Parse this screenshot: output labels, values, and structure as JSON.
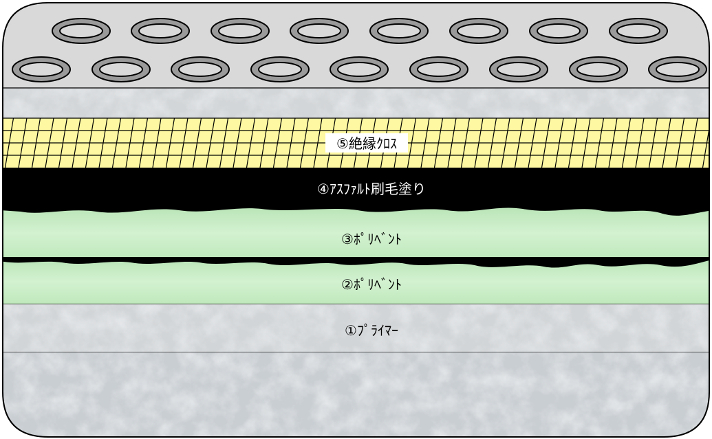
{
  "diagram": {
    "layers": [
      {
        "id": "insulation-cloth",
        "label": "⑤絶縁ｸﾛｽ"
      },
      {
        "id": "asphalt",
        "label": "④ｱｽﾌｧﾙﾄ刷毛塗り"
      },
      {
        "id": "polyvent-upper",
        "label": "③ﾎﾟﾘﾍﾞﾝﾄ"
      },
      {
        "id": "polyvent-lower",
        "label": "②ﾎﾟﾘﾍﾞﾝﾄ"
      },
      {
        "id": "primer",
        "label": "①ﾌﾟﾗｲﾏｰ"
      }
    ]
  },
  "colors": {
    "top_slab": "#d9d9d9",
    "concrete": "#cfd3d6",
    "grid_fill": "#fdf8a1",
    "asphalt": "#000000",
    "polyvent": "#c7ecc5",
    "outline": "#000000"
  }
}
